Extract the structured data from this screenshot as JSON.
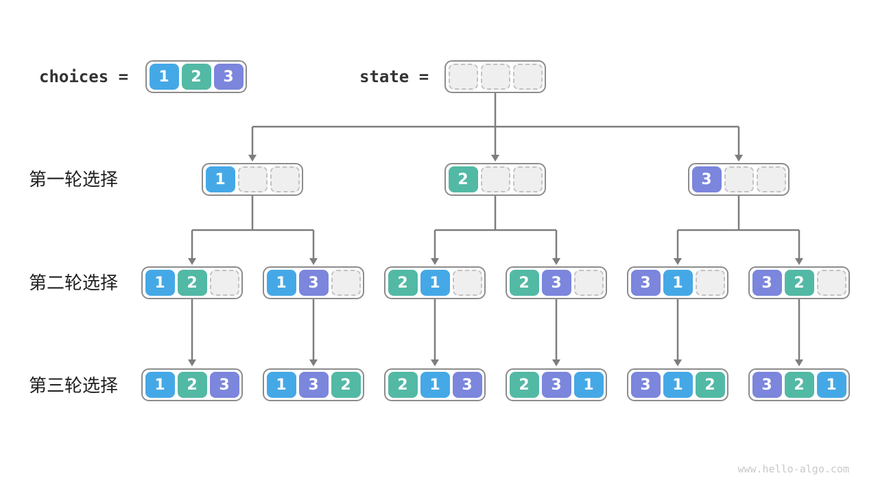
{
  "labels": {
    "choices": "choices =",
    "state": "state =",
    "round1": "第一轮选择",
    "round2": "第二轮选择",
    "round3": "第三轮选择"
  },
  "watermark": "www.hello-algo.com",
  "colors": {
    "v1": "#45A8E6",
    "v2": "#52B9A5",
    "v3": "#7B86DC",
    "line": "#7D7D7D",
    "box_border": "#8C8C8C",
    "empty_cell_fill": "#EFEFEF",
    "empty_cell_border": "#C2C2C2",
    "label_text": "#333333",
    "watermark_text": "#C9C9C9"
  },
  "choices_box": [
    "1",
    "2",
    "3"
  ],
  "state_box": [
    "",
    "",
    ""
  ],
  "tree": {
    "level1": [
      [
        "1",
        "",
        ""
      ],
      [
        "2",
        "",
        ""
      ],
      [
        "3",
        "",
        ""
      ]
    ],
    "level2": [
      [
        "1",
        "2",
        ""
      ],
      [
        "1",
        "3",
        ""
      ],
      [
        "2",
        "1",
        ""
      ],
      [
        "2",
        "3",
        ""
      ],
      [
        "3",
        "1",
        ""
      ],
      [
        "3",
        "2",
        ""
      ]
    ],
    "level3": [
      [
        "1",
        "2",
        "3"
      ],
      [
        "1",
        "3",
        "2"
      ],
      [
        "2",
        "1",
        "3"
      ],
      [
        "2",
        "3",
        "1"
      ],
      [
        "3",
        "1",
        "2"
      ],
      [
        "3",
        "2",
        "1"
      ]
    ]
  }
}
